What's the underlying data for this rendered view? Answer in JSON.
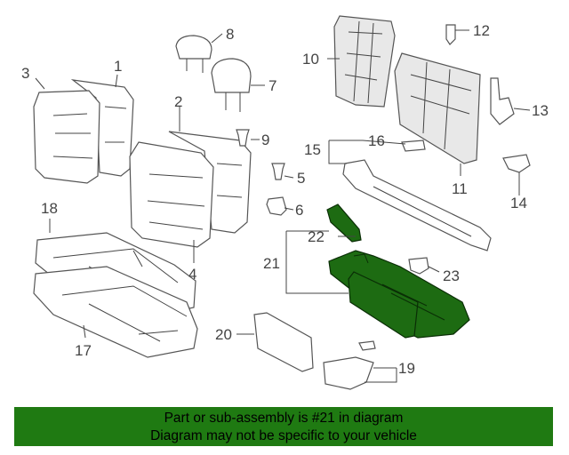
{
  "callouts": {
    "c1": "1",
    "c2": "2",
    "c3": "3",
    "c4": "4",
    "c5": "5",
    "c6": "6",
    "c7": "7",
    "c8": "8",
    "c9": "9",
    "c10": "10",
    "c11": "11",
    "c12": "12",
    "c13": "13",
    "c14": "14",
    "c15": "15",
    "c16": "16",
    "c17": "17",
    "c18": "18",
    "c19": "19",
    "c20": "20",
    "c21": "21",
    "c22": "22",
    "c23": "23"
  },
  "highlight_color": "#1d6b12",
  "footer": {
    "line1": "Part or sub-assembly is #21 in diagram",
    "line2": "Diagram may not be specific to your vehicle",
    "background": "#1f7a12"
  }
}
